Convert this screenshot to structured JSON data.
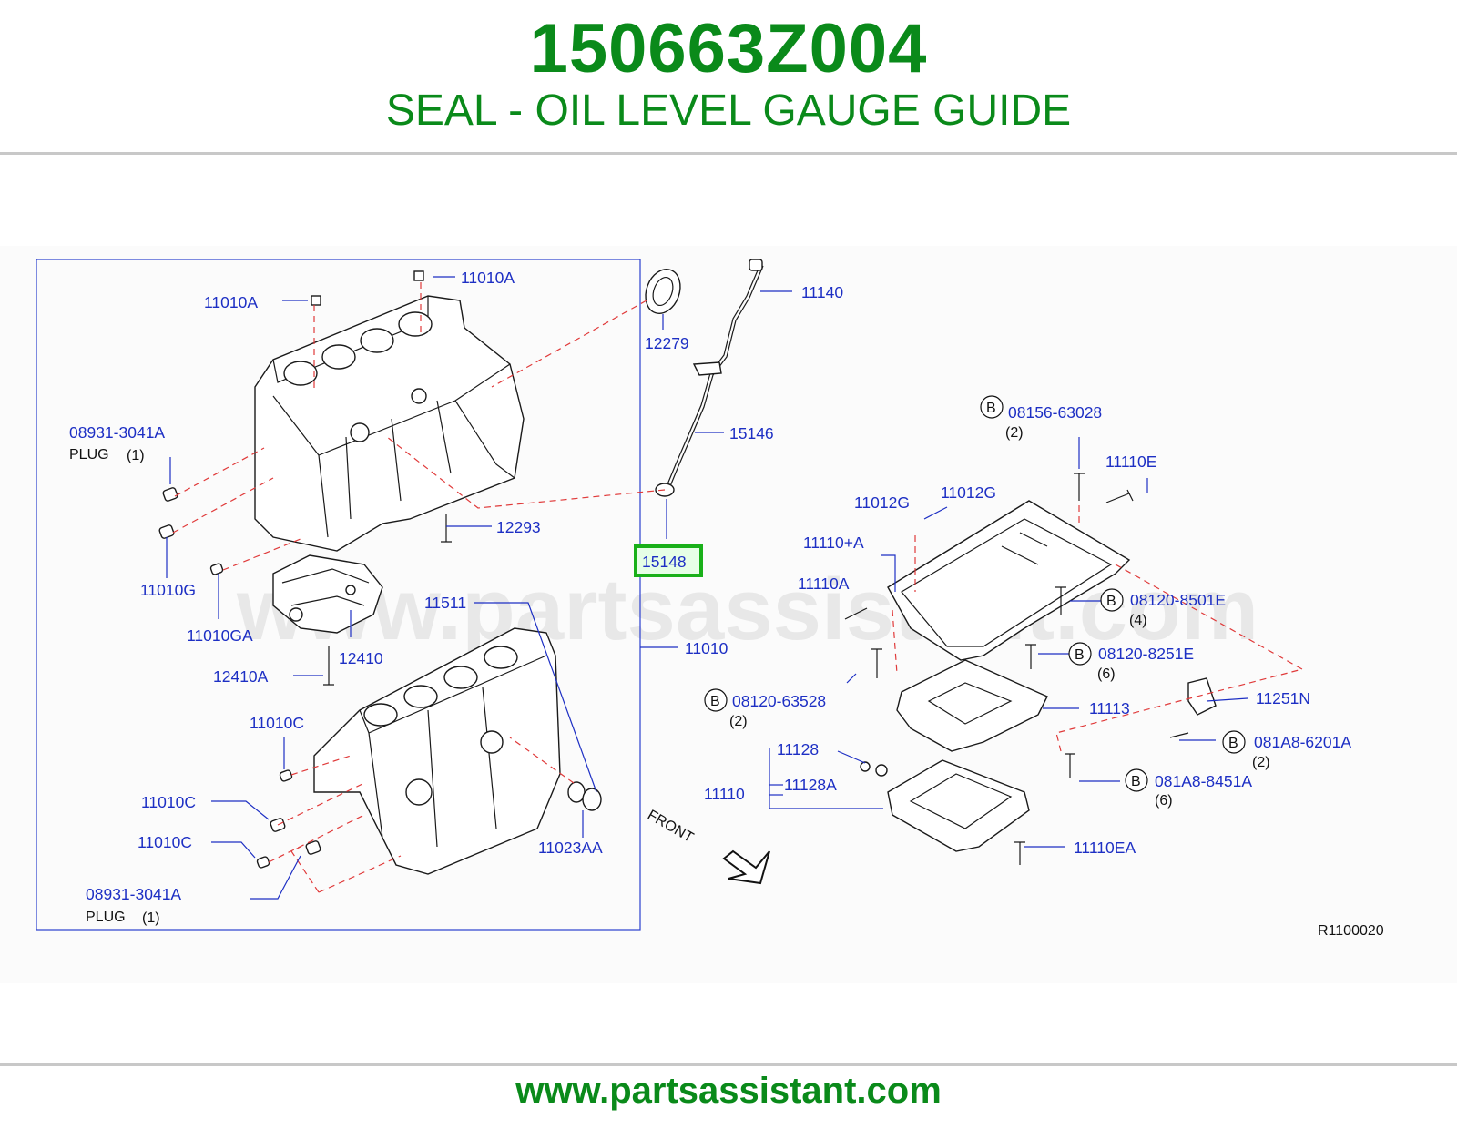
{
  "header": {
    "part_number": "150663Z004",
    "description": "SEAL - OIL LEVEL GAUGE GUIDE"
  },
  "footer": {
    "url": "www.partsassistant.com"
  },
  "diagram": {
    "watermark": "www.partsassistant.com",
    "figure_code": "R1100020",
    "front_label": "FRONT",
    "highlighted_part": "15148",
    "labels": {
      "l11010A_top": "11010A",
      "l11010A_left": "11010A",
      "l12279": "12279",
      "l11140": "11140",
      "l15146": "15146",
      "l15148": "15148",
      "l08931_top": "08931-3041A",
      "plug_top": "PLUG",
      "plug_top_qty": "(1)",
      "l12293": "12293",
      "l11010G": "11010G",
      "l11010GA": "11010GA",
      "l12410": "12410",
      "l12410A": "12410A",
      "l11511": "11511",
      "l11010": "11010",
      "l11010C_1": "11010C",
      "l11010C_2": "11010C",
      "l11010C_3": "11010C",
      "l11023AA": "11023AA",
      "l08931_bot": "08931-3041A",
      "plug_bot": "PLUG",
      "plug_bot_qty": "(1)",
      "l08156": "08156-63028",
      "q08156": "(2)",
      "l11110E": "11110E",
      "l11012G_1": "11012G",
      "l11012G_2": "11012G",
      "l11110pA": "11110+A",
      "l11110A": "11110A",
      "l08120_8501E": "08120-8501E",
      "q8501E": "(4)",
      "l08120_8251E": "08120-8251E",
      "q8251E": "(6)",
      "l08120_63528": "08120-63528",
      "q63528": "(2)",
      "l11113": "11113",
      "l11251N": "11251N",
      "l081A8_6201A": "081A8-6201A",
      "q6201A": "(2)",
      "l11128": "11128",
      "l11128A": "11128A",
      "l11110": "11110",
      "l081A8_8451A": "081A8-8451A",
      "q8451A": "(6)",
      "l11110EA": "11110EA",
      "b_marker": "B"
    }
  }
}
